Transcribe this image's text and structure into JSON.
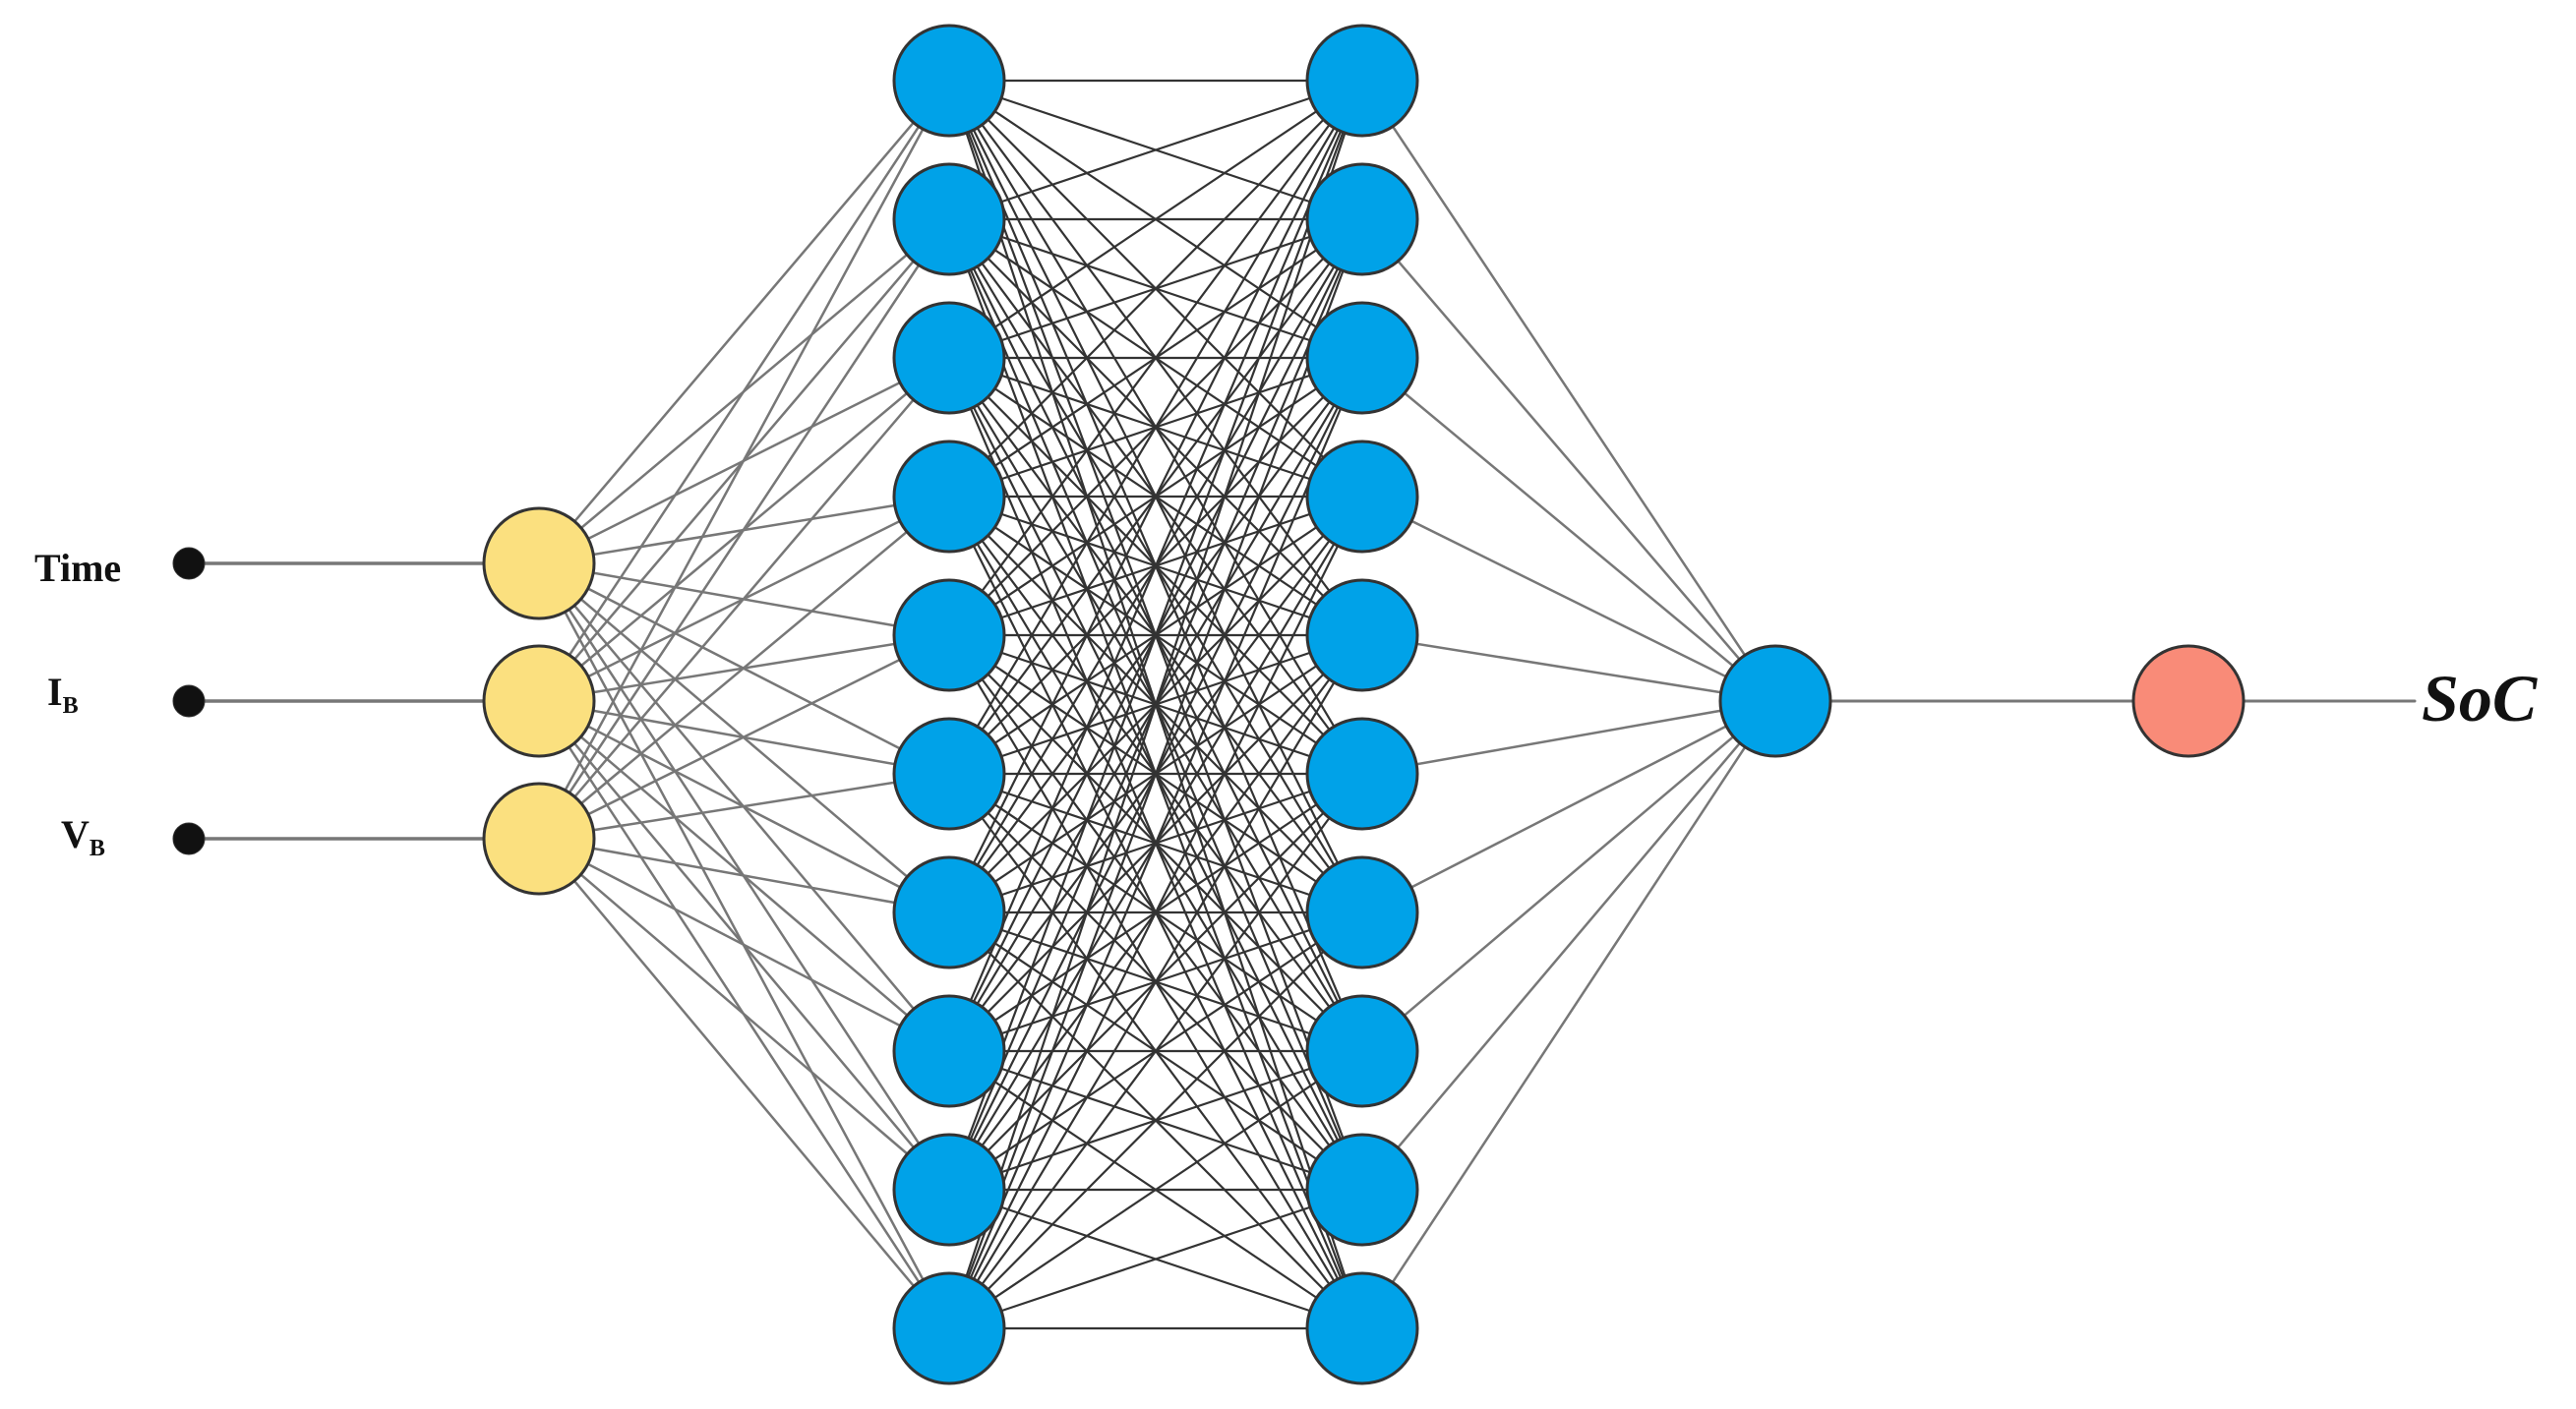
{
  "diagram": {
    "inputs": [
      {
        "label": "Time",
        "sub": ""
      },
      {
        "label": "I",
        "sub": "B"
      },
      {
        "label": "V",
        "sub": "B"
      }
    ],
    "output_label": "SoC",
    "layers": {
      "input_neurons": 3,
      "hidden_layer_1_neurons": 10,
      "hidden_layer_2_neurons": 10,
      "output_neurons": 1,
      "final_node": 1
    },
    "colors": {
      "input_neuron": "#fbe07f",
      "hidden_neuron": "#00a2e8",
      "output_neuron": "#00a2e8",
      "final_node": "#f98b78",
      "neuron_stroke": "#333333",
      "connection": "#777777",
      "dense_connection": "#333333",
      "input_dot": "#111111"
    }
  }
}
